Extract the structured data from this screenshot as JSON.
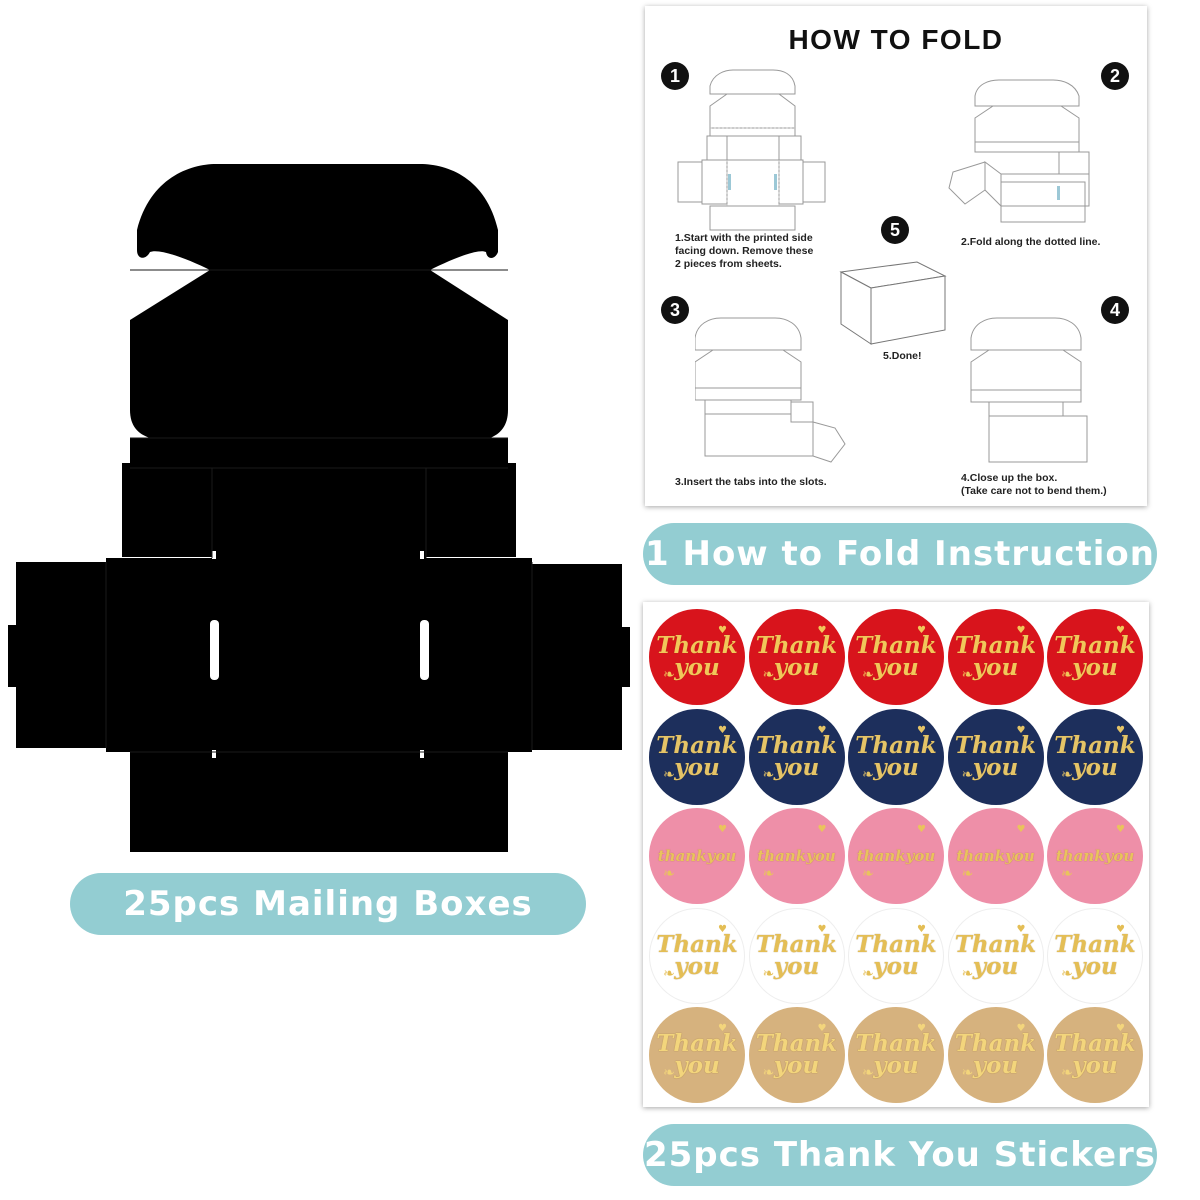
{
  "labels": {
    "mailing_boxes": "25pcs Mailing Boxes",
    "fold_instruction": "1 How to Fold Instruction",
    "stickers": "25pcs Thank You Stickers"
  },
  "fold_card": {
    "title": "HOW TO FOLD",
    "steps": [
      {
        "num": "1",
        "text": "1.Start with the printed side\n  facing down. Remove these\n  2 pieces from sheets."
      },
      {
        "num": "2",
        "text": "2.Fold along the dotted line."
      },
      {
        "num": "3",
        "text": "3.Insert the tabs into the slots."
      },
      {
        "num": "4",
        "text": "4.Close up the box.\n   (Take care not to bend them.)"
      },
      {
        "num": "5",
        "text": "5.Done!"
      }
    ]
  },
  "stickers": {
    "rows": [
      {
        "color": "#d8141c",
        "text": "Thank\nyou",
        "text_color": "#f1c75a",
        "ring": "#d8141c"
      },
      {
        "color": "#1d2f5c",
        "text": "Thank\nyou",
        "text_color": "#e5c467",
        "ring": "#1d2f5c"
      },
      {
        "color": "#ee8fa8",
        "text": "thankyou",
        "text_color": "#e9c35c",
        "ring": "#ee8fa8"
      },
      {
        "color": "#ffffff",
        "text": "Thank\nyou",
        "text_color": "#e4be55",
        "ring": "#f1f1f1"
      },
      {
        "color": "#d6b27e",
        "text": "Thank\nyou",
        "text_color": "#f3d57c",
        "ring": "#d6b27e"
      }
    ],
    "columns": 5
  },
  "colors": {
    "pill": "#93cdd2",
    "box": "#000000"
  }
}
